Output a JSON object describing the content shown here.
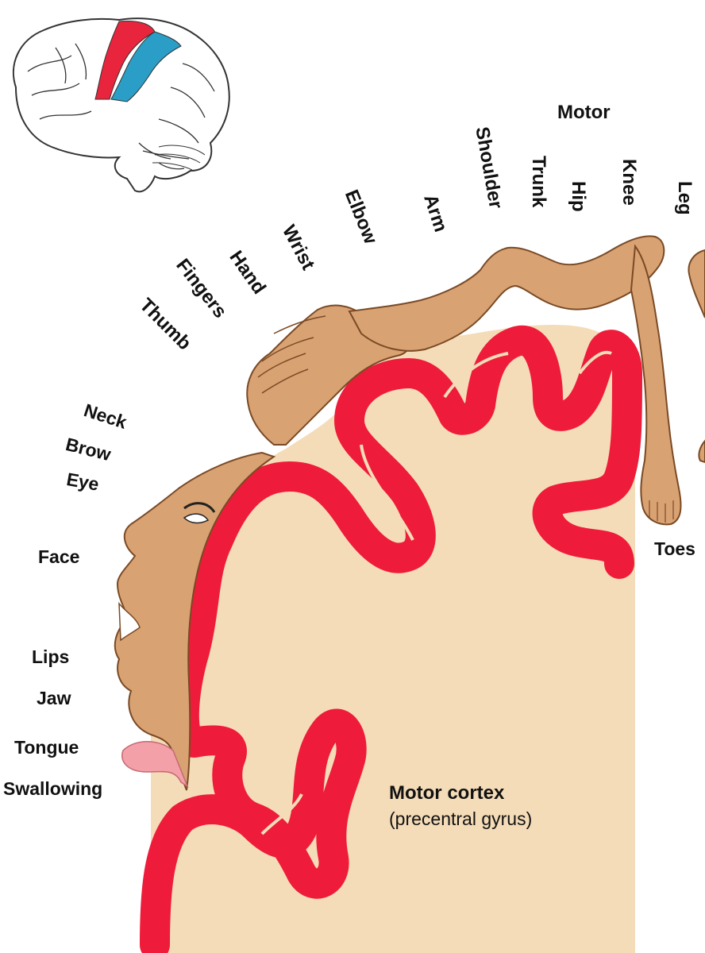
{
  "heading": "Motor",
  "caption": {
    "title": "Motor cortex",
    "subtitle": "(precentral gyrus)"
  },
  "labels": {
    "toes": "Toes",
    "knee": "Knee",
    "hip": "Hip",
    "trunk": "Trunk",
    "shoulder": "Shoulder",
    "arm": "Arm",
    "elbow": "Elbow",
    "wrist": "Wrist",
    "hand": "Hand",
    "fingers": "Fingers",
    "thumb": "Thumb",
    "neck": "Neck",
    "brow": "Brow",
    "eye": "Eye",
    "face": "Face",
    "lips": "Lips",
    "jaw": "Jaw",
    "tongue": "Tongue",
    "swallowing": "Swallowing",
    "leg_partial": "Leg"
  },
  "colors": {
    "cortex": "#ee1c3a",
    "tissue": "#f5dcb8",
    "skin": "#d9a273",
    "skin_outline": "#7a4a25",
    "tongue": "#f3a0a8",
    "brain_blue": "#2a9ec6",
    "brain_red": "#e8253c"
  }
}
